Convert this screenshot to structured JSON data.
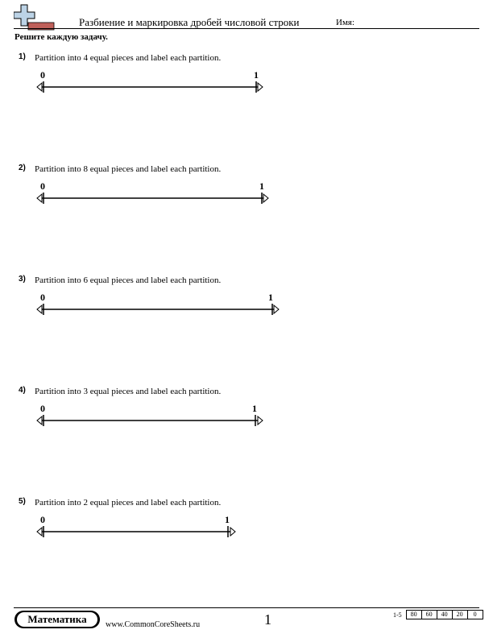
{
  "header": {
    "title": "Разбиение и маркировка дробей числовой строки",
    "name_label": "Имя:"
  },
  "instructions": "Решите каждую задачу.",
  "problems": [
    {
      "number": "1)",
      "text": "Partition into 4 equal pieces and label each partition.",
      "start": "0",
      "end": "1",
      "pieces": 4
    },
    {
      "number": "2)",
      "text": "Partition into 8 equal pieces and label each partition.",
      "start": "0",
      "end": "1",
      "pieces": 8
    },
    {
      "number": "3)",
      "text": "Partition into 6 equal pieces and label each partition.",
      "start": "0",
      "end": "1",
      "pieces": 6
    },
    {
      "number": "4)",
      "text": "Partition into 3 equal pieces and label each partition.",
      "start": "0",
      "end": "1",
      "pieces": 3
    },
    {
      "number": "5)",
      "text": "Partition into 2 equal pieces and label each partition.",
      "start": "0",
      "end": "1",
      "pieces": 2
    }
  ],
  "footer": {
    "brand": "Математика",
    "site": "www.CommonCoreSheets.ru",
    "page": "1",
    "score_range": "1-5",
    "scores": [
      "80",
      "60",
      "40",
      "20",
      "0"
    ]
  },
  "colors": {
    "logo_cross": "#bcd3e6",
    "logo_bar": "#c0605a"
  }
}
